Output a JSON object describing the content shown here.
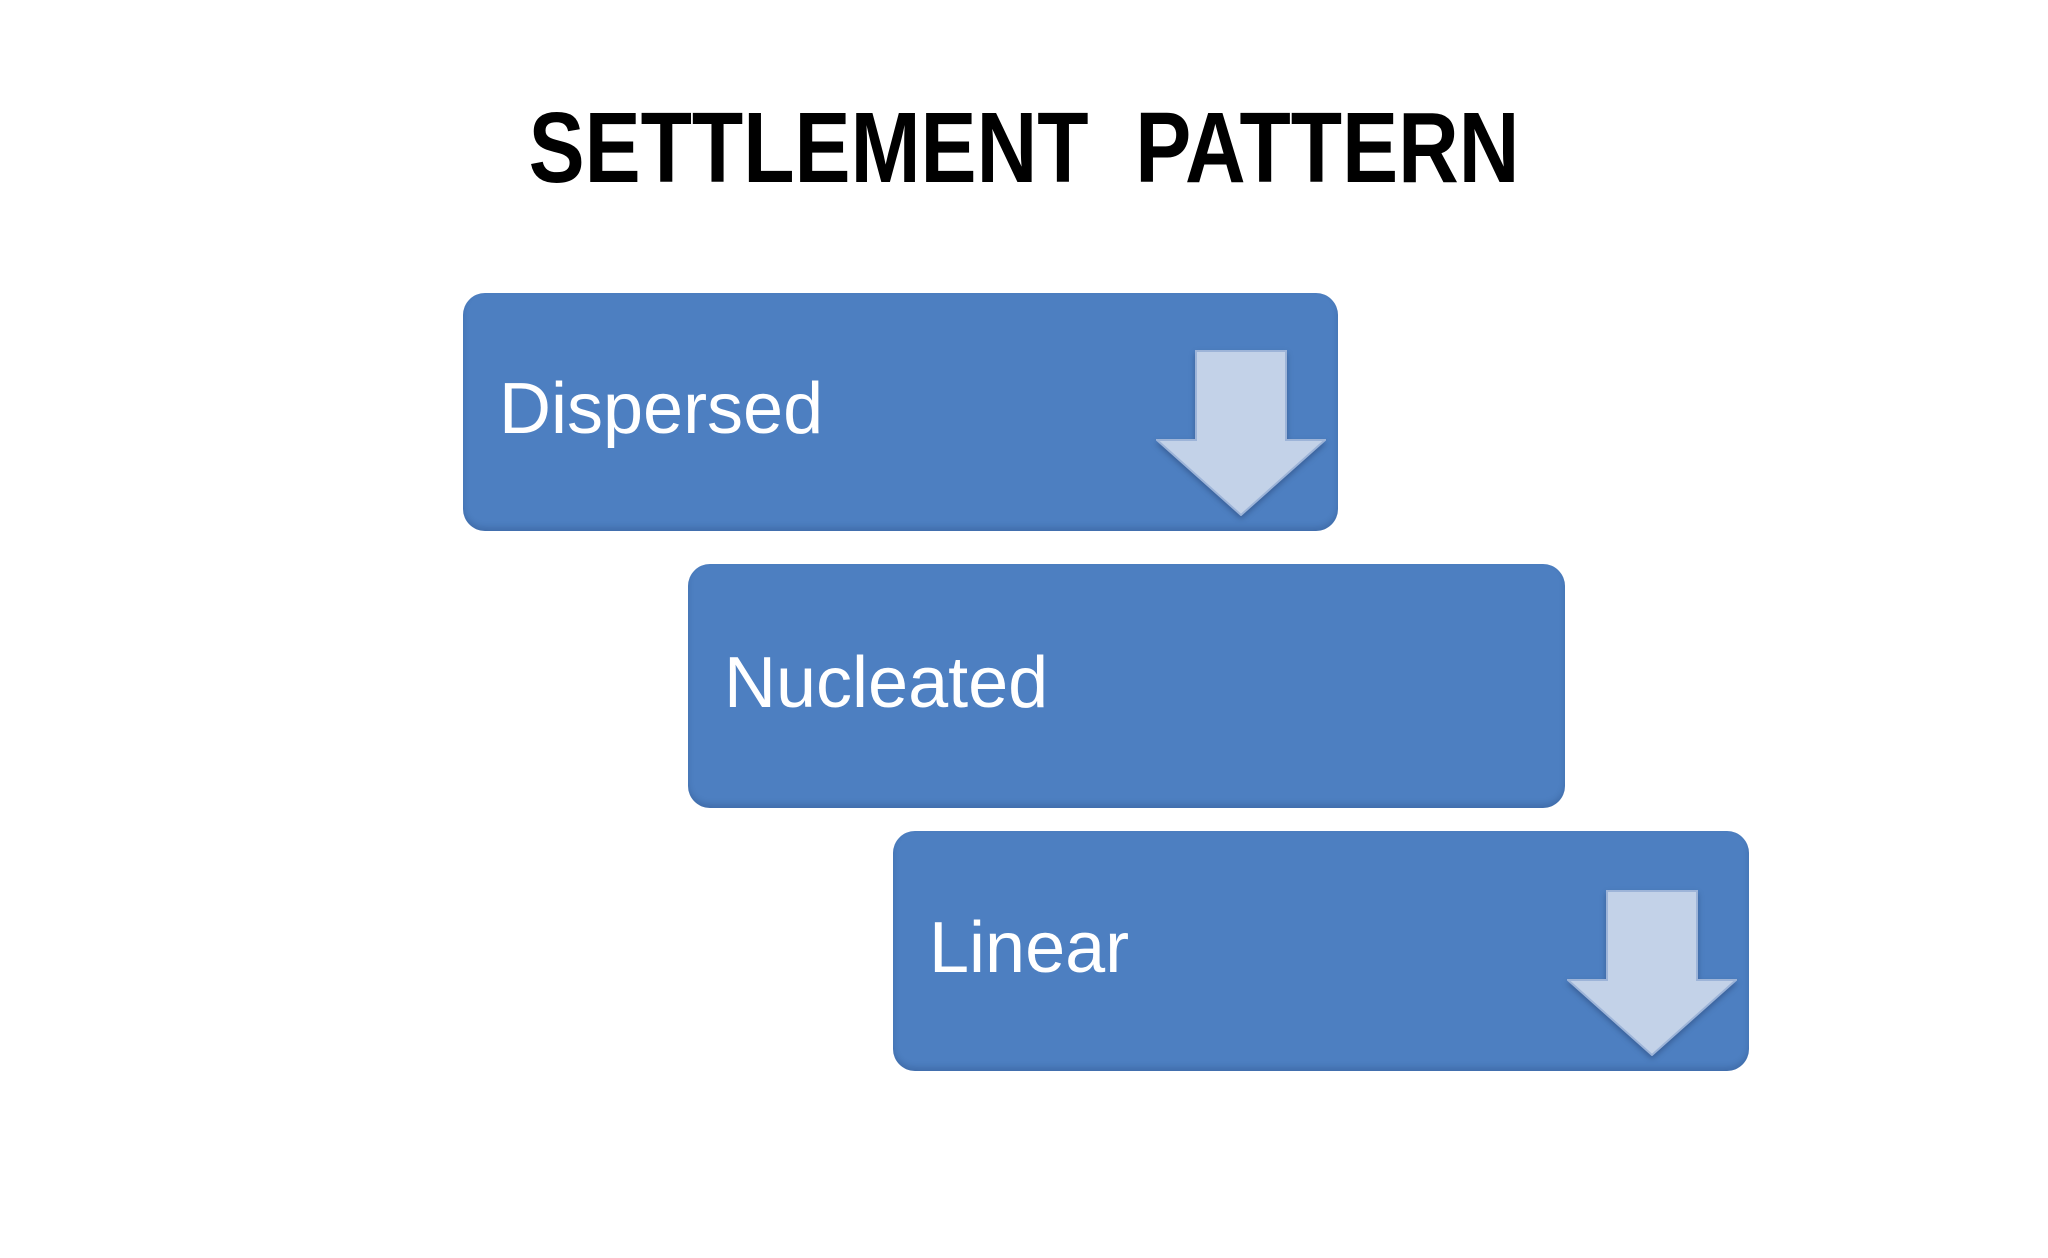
{
  "title": "SETTLEMENT  PATTERN",
  "diagram": {
    "type": "step-down-process",
    "steps": [
      {
        "label": "Dispersed",
        "arrow": true
      },
      {
        "label": "Nucleated",
        "arrow": false
      },
      {
        "label": "Linear",
        "arrow": true
      }
    ]
  },
  "icons": {
    "down_arrow": "down-arrow-icon"
  },
  "colors": {
    "background": "#ffffff",
    "title_color": "#000000",
    "box_fill": "#4d7fc1",
    "label_color": "#ffffff",
    "arrow_fill": "#c3d2e8",
    "arrow_stroke": "#9db4d8"
  }
}
